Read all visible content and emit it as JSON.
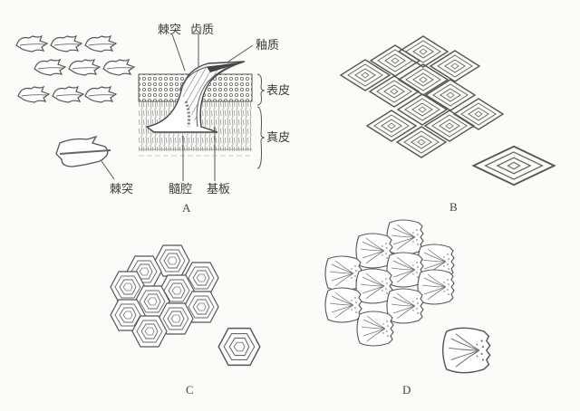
{
  "figure": {
    "panels": [
      {
        "id": "A",
        "label": "A",
        "description": "Placoid scales"
      },
      {
        "id": "B",
        "label": "B",
        "description": "Rhomboid (ganoid) scales"
      },
      {
        "id": "C",
        "label": "C",
        "description": "Cycloid scales"
      },
      {
        "id": "D",
        "label": "D",
        "description": "Ctenoid scales"
      }
    ],
    "panel_a_labels": {
      "spine_top": "棘突",
      "dentine": "齿质",
      "enamel": "釉质",
      "epidermis": "表皮",
      "dermis": "真皮",
      "spine_bottom": "棘突",
      "pulp_cavity": "髓腔",
      "basal_plate": "基板"
    },
    "colors": {
      "background": "#fbfbfa",
      "ink": "#555555"
    }
  }
}
